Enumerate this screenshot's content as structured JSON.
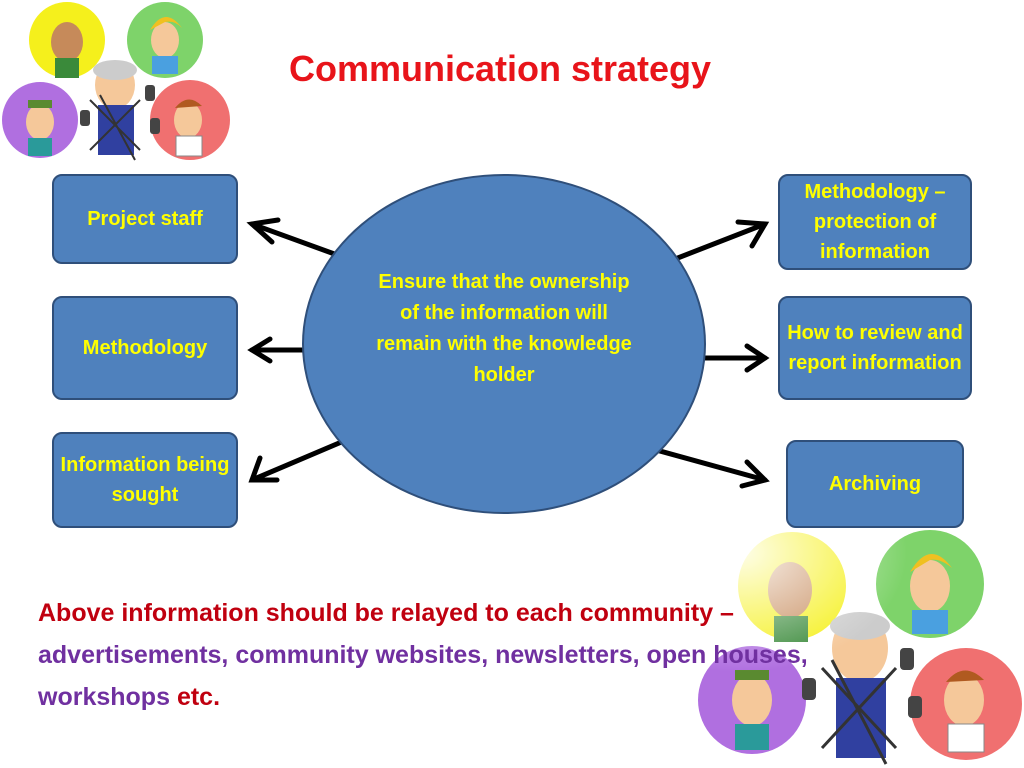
{
  "title": "Communication strategy",
  "center_text": "Ensure that the ownership of the information will remain with the knowledge holder",
  "left_boxes": [
    "Project staff",
    "Methodology",
    "Information being sought"
  ],
  "right_boxes": [
    "Methodology – protection of information",
    "How to review and report information",
    "Archiving"
  ],
  "footer": {
    "red_text": "Above information should be relayed to each community –",
    "purple_text": "advertisements, community websites, newsletters, open houses, workshops",
    "etc_text": "etc."
  },
  "colors": {
    "title": "#e8141a",
    "box_fill": "#4f81bd",
    "box_text": "#ffff00",
    "footer_red": "#c0000f",
    "footer_purple": "#7030a0"
  },
  "clipart": {
    "top_left": "people-on-phones-cartoon",
    "bottom_right": "people-on-phones-cartoon"
  }
}
